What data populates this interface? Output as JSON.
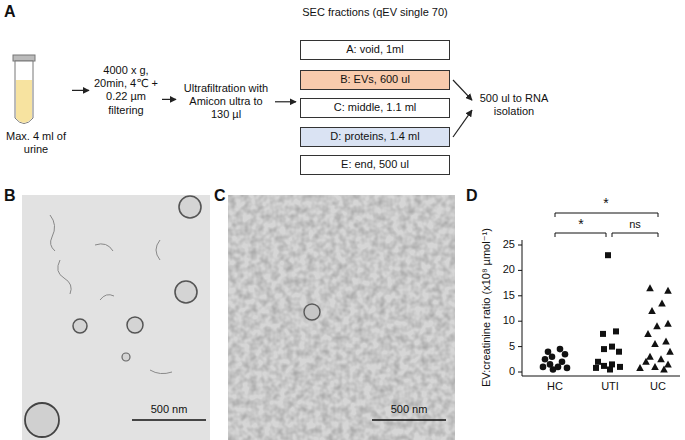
{
  "diagram": {
    "nodes": [
      {
        "text": [
          "Max. 4 ml of urine"
        ]
      },
      {
        "text": [
          "4000 x g, 20min, 4℃ + 0.22 µm filtering"
        ]
      },
      {
        "text": [
          "Ultrafiltration with Amicon ultra to 130 µl"
        ]
      },
      {
        "text": [
          "SEC fractions (qEV single 70)"
        ]
      },
      {
        "text": [
          "A: void, 1ml"
        ],
        "in": 3
      },
      {
        "text": [
          "B: EVs, 600 ul"
        ],
        "in": 3
      },
      {
        "text": [
          "C: middle, 1.1 ml"
        ],
        "in": 3
      },
      {
        "text": [
          "D: proteins, 1.4 ml"
        ],
        "in": 3
      },
      {
        "text": [
          "E: end, 500 ul"
        ],
        "in": 3
      },
      {
        "text": [
          "500 ul to RNA isolation"
        ]
      }
    ],
    "edges": [
      {
        "from": 0,
        "to": 1,
        "arrow": "to"
      },
      {
        "from": 1,
        "to": 2,
        "arrow": "to"
      },
      {
        "from": 2,
        "to": 3,
        "arrow": "to"
      },
      {
        "from": 5,
        "to": 9,
        "arrow": "to"
      },
      {
        "from": 7,
        "to": 9,
        "arrow": "to"
      }
    ],
    "labels": [
      "A",
      "B",
      "C",
      "500 nm",
      "500 nm",
      "D",
      "EV:creatinine ratio (x10⁸ µmol⁻¹)",
      "0",
      "5",
      "10",
      "15",
      "20",
      "25",
      "HC",
      "UTI",
      "UC",
      "*",
      "*",
      "ns"
    ]
  }
}
